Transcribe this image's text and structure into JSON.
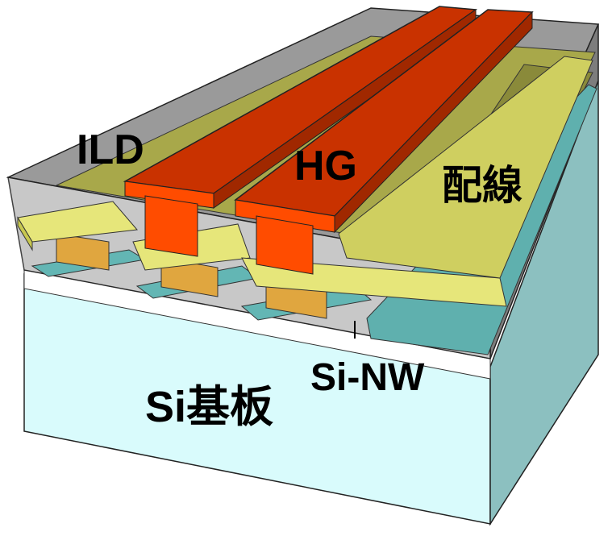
{
  "labels": {
    "ild": "ILD",
    "hg": "HG",
    "wiring": "配線",
    "si_nw": "Si-NW",
    "si_substrate": "Si基板"
  },
  "colors": {
    "substrate": "#d9fbfc",
    "ild": "#8c8c8c",
    "hg": "#ff4c00",
    "wiring": "#e6e67a",
    "si_nw": "#63b6b4",
    "pillar": "#e0a63f"
  }
}
